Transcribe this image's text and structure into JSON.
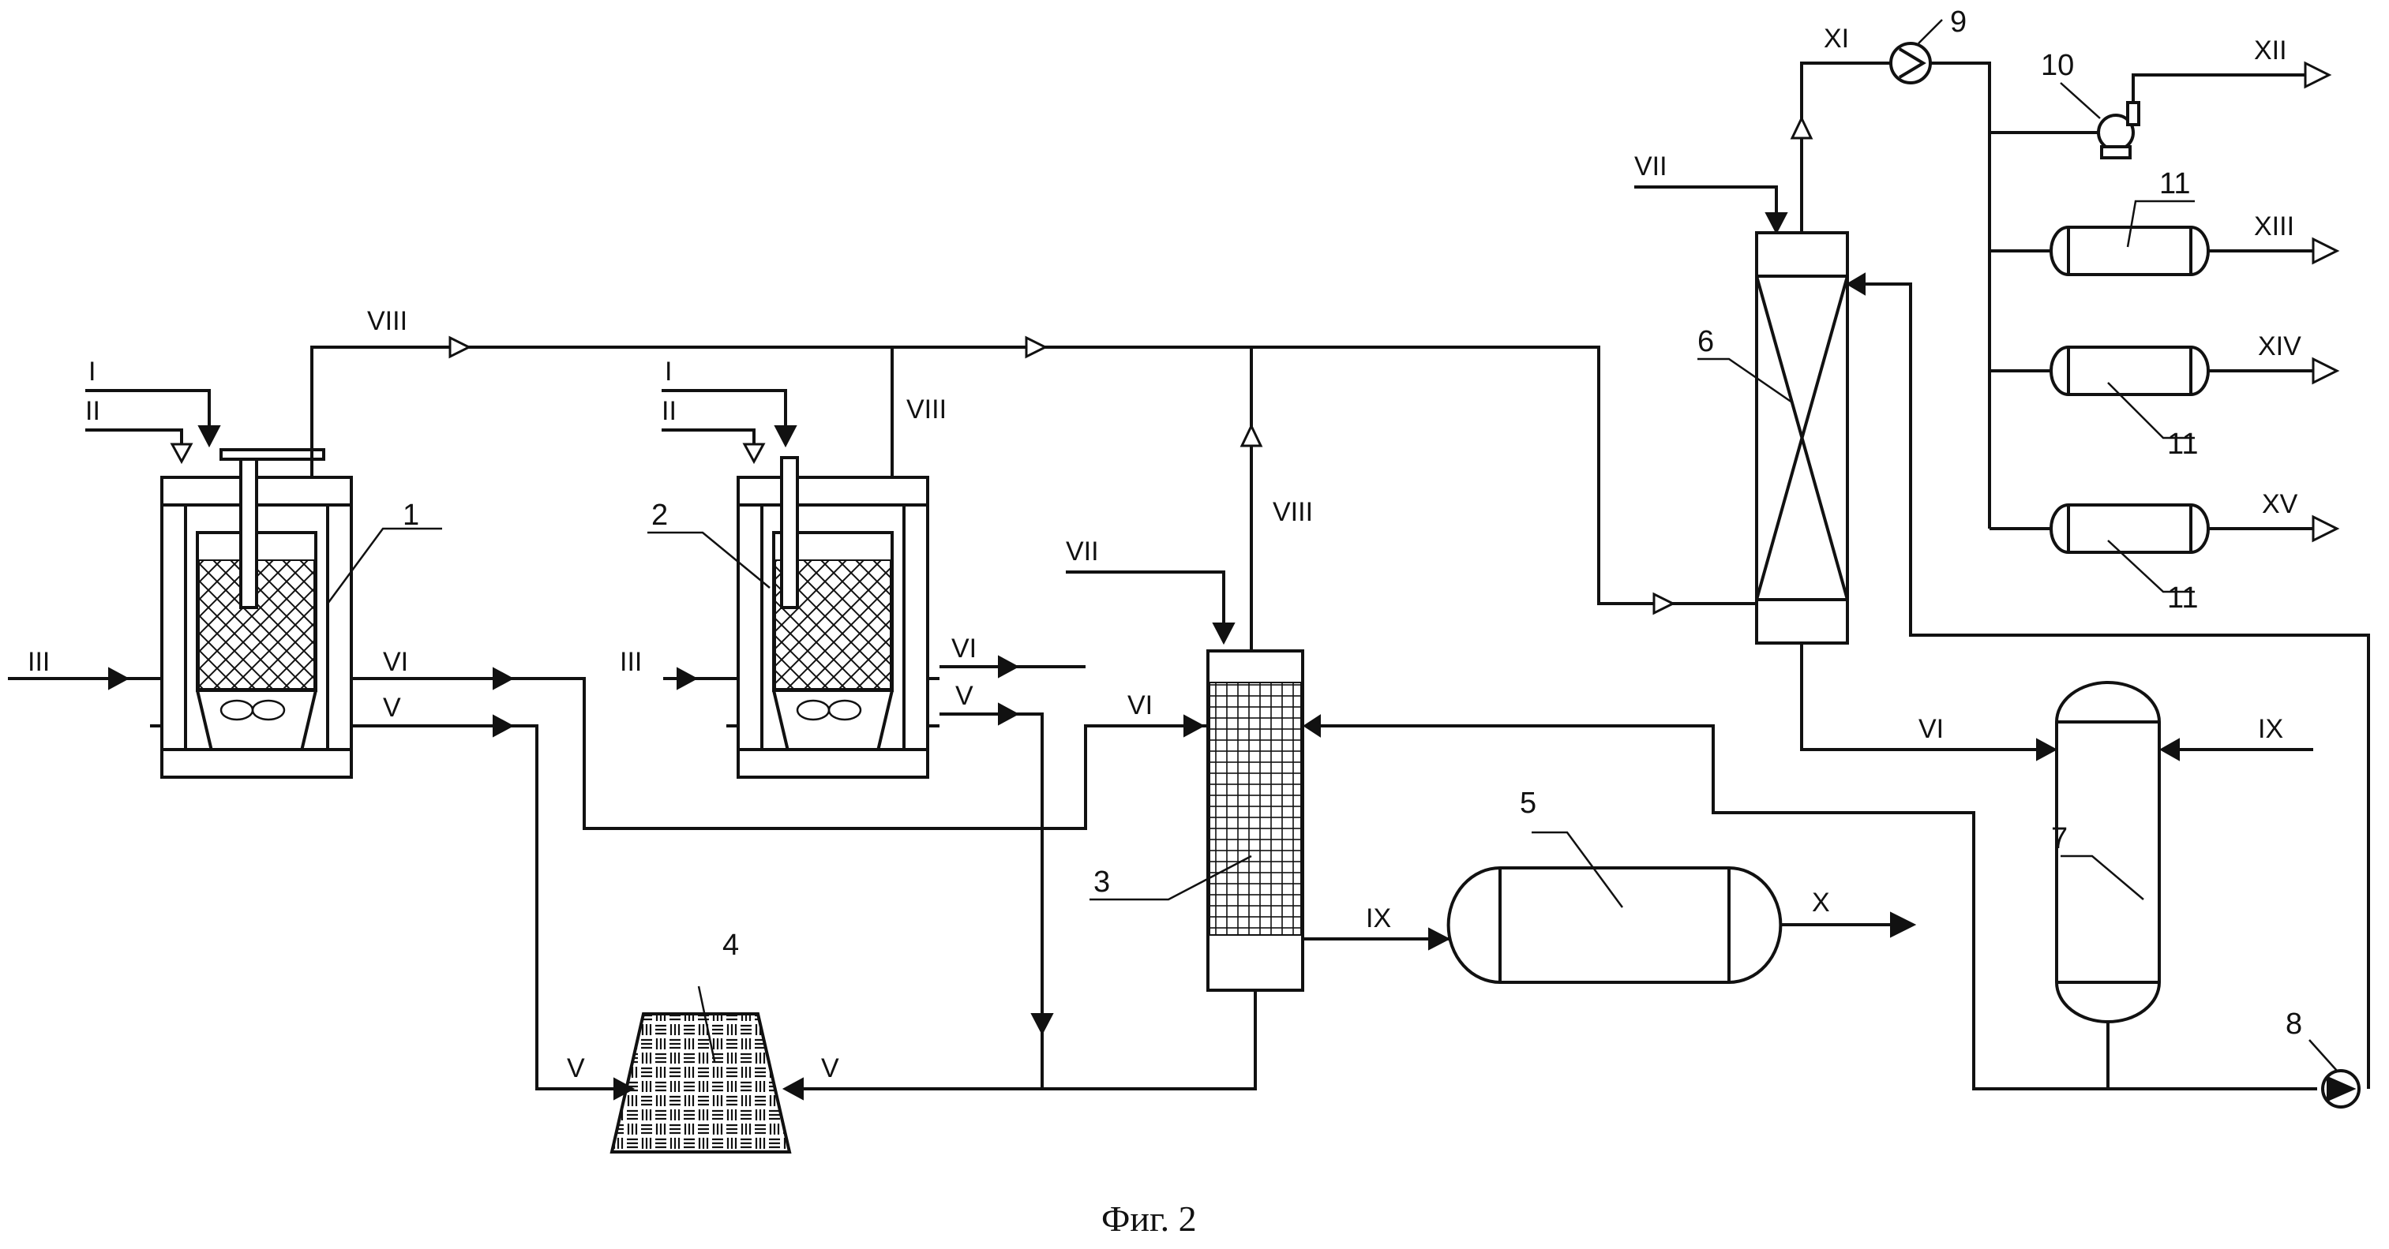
{
  "figure": {
    "caption": "Фиг. 2"
  },
  "units": {
    "u1": "1",
    "u2": "2",
    "u3": "3",
    "u4": "4",
    "u5": "5",
    "u6": "6",
    "u7": "7",
    "u8": "8",
    "u9": "9",
    "u10": "10",
    "u11a": "11",
    "u11b": "11",
    "u11c": "11"
  },
  "streams": {
    "I": "I",
    "II": "II",
    "III": "III",
    "V": "V",
    "VI": "VI",
    "VII": "VII",
    "VIII": "VIII",
    "IX": "IX",
    "X": "X",
    "XI": "XI",
    "XII": "XII",
    "XIII": "XIII",
    "XIV": "XIV",
    "XV": "XV"
  }
}
